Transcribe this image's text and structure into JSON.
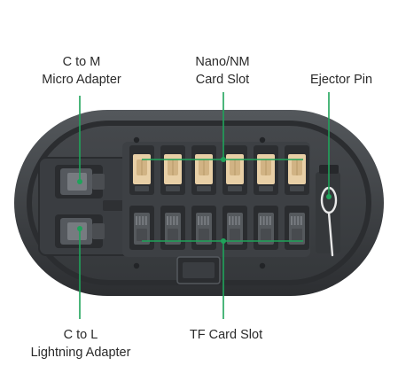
{
  "labels": {
    "c_to_m": {
      "line1": "C to M",
      "line2": "Micro Adapter"
    },
    "nano": {
      "line1": "Nano/NM",
      "line2": "Card Slot"
    },
    "ejector": {
      "line1": "Ejector Pin"
    },
    "c_to_l": {
      "line1": "C to L",
      "line2": "Lightning Adapter"
    },
    "tf": {
      "line1": "TF Card Slot"
    }
  },
  "colors": {
    "callout": "#1fa35a",
    "case_outer": "#3a3d40",
    "case_inner": "#4a4d51",
    "tray": "#2e3033",
    "nano_card": "#e8cfa6",
    "tf_card": "#55595d"
  },
  "counts": {
    "nano_slots": 6,
    "tf_slots": 6
  }
}
